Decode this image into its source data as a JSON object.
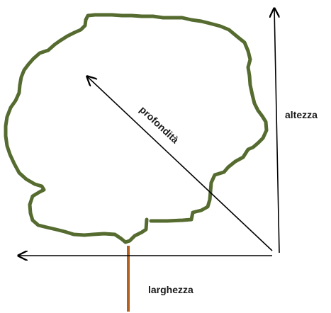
{
  "labels": {
    "depth": "profondità",
    "height": "altezza",
    "width": "larghezza"
  },
  "colors": {
    "crown_outline": "#556b2f",
    "trunk": "#b5601f",
    "arrows": "#000000",
    "text": "#1a1a1a",
    "background": "#ffffff"
  }
}
